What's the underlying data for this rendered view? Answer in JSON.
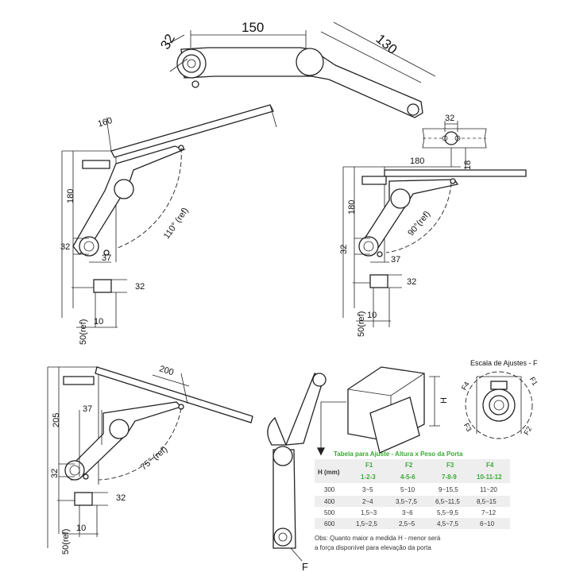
{
  "top_view": {
    "d1": "32",
    "d2": "150",
    "d3": "130"
  },
  "hinge_detail": {
    "d1": "32",
    "d2": "18"
  },
  "view_110": {
    "len": "160",
    "height": "180",
    "angle": "110° (ref)",
    "pin": "32",
    "offset": "37",
    "bracket": "32",
    "edge": "10",
    "ref": "50(ref)"
  },
  "view_90": {
    "len": "180",
    "height": "180",
    "angle": "90°(ref)",
    "pin": "32",
    "offset": "37",
    "bracket": "32",
    "edge": "10",
    "ref": "50(ref)"
  },
  "view_75": {
    "len": "200",
    "height": "205",
    "angle": "75° (ref)",
    "pin": "32",
    "offset": "37",
    "bracket": "32",
    "edge": "10",
    "ref": "50(ref)"
  },
  "cabinet": {
    "label": "H"
  },
  "scale": {
    "title": "Escala de Ajustes - F",
    "labels": [
      "F4",
      "F1",
      "F3",
      "F2"
    ]
  },
  "arm_label": "F",
  "table": {
    "title": "Tabela para Ajuste - Altura x Peso da Porta",
    "header_h": "H (mm)",
    "columns": [
      {
        "name": "F1",
        "range": "1-2-3"
      },
      {
        "name": "F2",
        "range": "4-5-6"
      },
      {
        "name": "F3",
        "range": "7-8-9"
      },
      {
        "name": "F4",
        "range": "10-11-12"
      }
    ],
    "rows": [
      {
        "h": "300",
        "values": [
          "3~5",
          "5~10",
          "9~15,5",
          "11~20"
        ]
      },
      {
        "h": "400",
        "values": [
          "2~4",
          "3,5~7,5",
          "6,5~11,5",
          "8,5~15"
        ]
      },
      {
        "h": "500",
        "values": [
          "1,5~3",
          "3~6",
          "5,5~9,5",
          "7~12"
        ]
      },
      {
        "h": "600",
        "values": [
          "1,5~2,5",
          "2,5~5",
          "4,5~7,5",
          "6~10"
        ]
      }
    ],
    "note_1": "Obs: Quanto maior a medida H - menor será",
    "note_2": "a força disponível para elevação da porta"
  }
}
